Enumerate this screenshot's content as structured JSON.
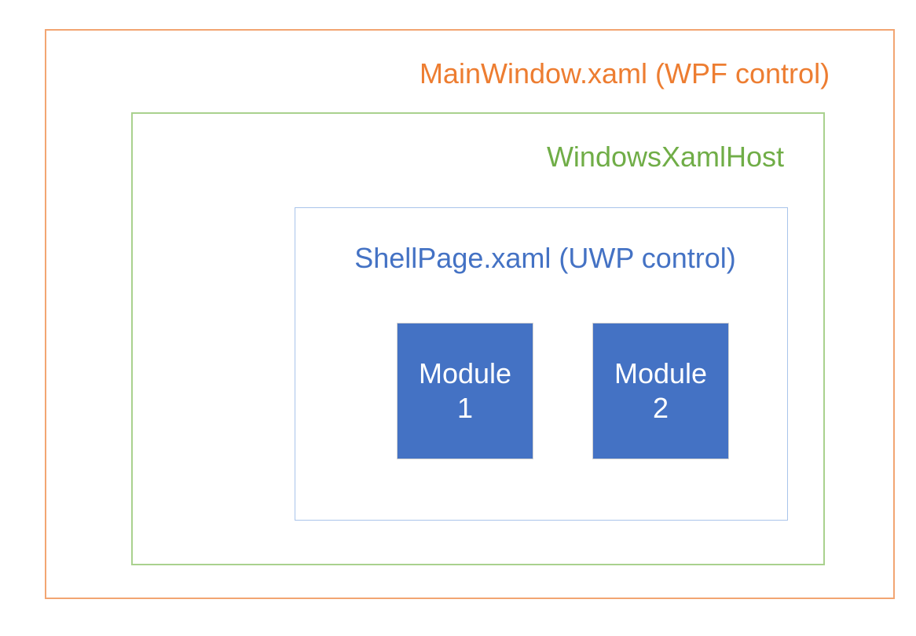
{
  "diagram": {
    "background_color": "#FFFFFF",
    "mainwindow": {
      "label": "MainWindow.xaml (WPF control)",
      "text_color": "#ED7D31",
      "border_color": "#F2A572"
    },
    "xamlhost": {
      "label": "WindowsXamlHost",
      "text_color": "#70AD47",
      "border_color": "#A9D18E"
    },
    "shellpage": {
      "label": "ShellPage.xaml (UWP control)",
      "text_color": "#4472C4",
      "border_color": "#A9C4EA"
    },
    "modules": [
      {
        "line1": "Module",
        "line2": "1",
        "fill_color": "#4472C4",
        "border_color": "#D2D2D2",
        "text_color": "#FFFFFF"
      },
      {
        "line1": "Module",
        "line2": "2",
        "fill_color": "#4472C4",
        "border_color": "#D2D2D2",
        "text_color": "#FFFFFF"
      }
    ]
  }
}
